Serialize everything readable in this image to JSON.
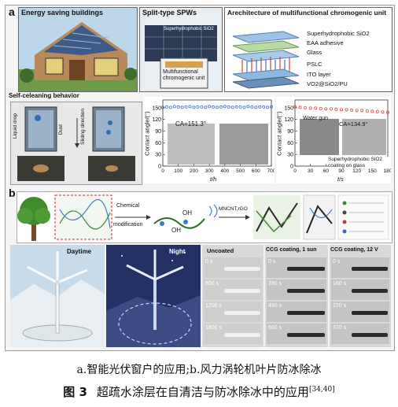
{
  "panel_a": {
    "letter": "a",
    "energy_title": "Energy saving buildings",
    "spw_title": "Split-type SPWs",
    "spw_sublabel": "Superhydrophobic SiO2",
    "spw_unit": "Multifunctional chromogenic unit",
    "arch_title": "Arechitecture of multifunctional chromogenic unit",
    "layers": [
      "Superhydrophobic SiO2",
      "EAA adhesive",
      "Glass",
      "PSLC",
      "ITO layer",
      "VO2@SiO2/PU"
    ],
    "selfclean_title": "Self-celeaning behavior",
    "liquid_drop": "Liquid drop",
    "dust": "Dust",
    "sliding": "Sliding direction",
    "chart1": {
      "ylabel": "Contact angle/(°)",
      "xlabel": "t/h",
      "ca": "CA=151.3°",
      "yticks": [
        "0",
        "30",
        "60",
        "90",
        "120",
        "150"
      ],
      "xticks": [
        "0",
        "100",
        "200",
        "300",
        "400",
        "500",
        "600",
        "700"
      ]
    },
    "chart2": {
      "ylabel": "Contact angle/(°)",
      "xlabel": "t/s",
      "ca": "CA=134.9°",
      "water_gun": "Water gun",
      "coating": "Superhydrophobic SiO2 coating on glass",
      "yticks": [
        "0",
        "30",
        "60",
        "90",
        "120",
        "150"
      ],
      "xticks": [
        "0",
        "30",
        "60",
        "90",
        "120",
        "150",
        "180"
      ]
    }
  },
  "chart_data": [
    {
      "type": "scatter",
      "xlabel": "t/h",
      "ylabel": "Contact angle/(°)",
      "xlim": [
        0,
        700
      ],
      "ylim": [
        0,
        170
      ],
      "x": [
        0,
        25,
        50,
        75,
        100,
        125,
        150,
        175,
        200,
        225,
        250,
        275,
        300,
        325,
        350,
        375,
        400,
        425,
        450,
        475,
        500,
        525,
        550,
        575,
        600,
        625,
        650,
        675,
        700
      ],
      "values": [
        151,
        152,
        151,
        153,
        152,
        151,
        152,
        153,
        151,
        152,
        152,
        151,
        153,
        152,
        151,
        152,
        153,
        152,
        151,
        152,
        152,
        151,
        153,
        152,
        151,
        152,
        152,
        151,
        152
      ]
    },
    {
      "type": "scatter",
      "xlabel": "t/s",
      "ylabel": "Contact angle/(°)",
      "xlim": [
        0,
        180
      ],
      "ylim": [
        0,
        170
      ],
      "x": [
        0,
        10,
        20,
        30,
        40,
        50,
        60,
        70,
        80,
        90,
        100,
        110,
        120,
        130,
        140,
        150,
        160,
        170,
        180
      ],
      "values": [
        152,
        151,
        150,
        149,
        149,
        148,
        147,
        147,
        146,
        145,
        145,
        144,
        143,
        143,
        142,
        141,
        140,
        139,
        138
      ]
    }
  ],
  "panel_b": {
    "letter": "b",
    "chemical": "Chemical",
    "modification": "modification",
    "oh1": "OH",
    "oh2": "OH",
    "mncnt": "MNCNT,rGO",
    "daytime": "Daytime",
    "night": "Night",
    "col1": "Uncoated",
    "col2": "CCG coating, 1 sun",
    "col3": "CCG coating, 12 V",
    "times1": [
      "0 s",
      "600 s",
      "1200 s",
      "1800 s"
    ],
    "times2": [
      "0 s",
      "280 s",
      "490 s",
      "660 s"
    ],
    "times3": [
      "0 s",
      "160 s",
      "220 s",
      "370 s"
    ]
  },
  "caption": {
    "line1": "a.智能光伏窗户的应用;b.风力涡轮机叶片防冰除冰",
    "fig_label": "图 3",
    "title": "超疏水涂层在自清洁与防冰除冰中的应用",
    "refs": "[34,40]"
  }
}
